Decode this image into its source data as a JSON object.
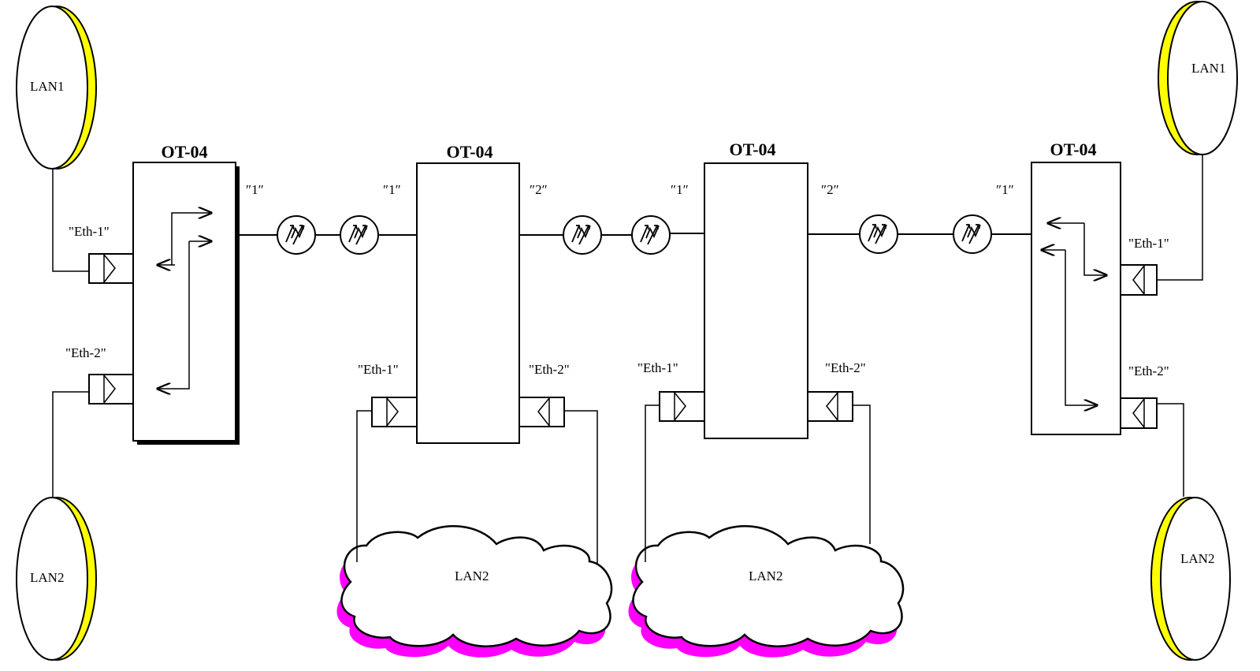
{
  "device_title": "OT-04",
  "devices": [
    {
      "title": "OT-04"
    },
    {
      "title": "OT-04"
    },
    {
      "title": "OT-04"
    },
    {
      "title": "OT-04"
    }
  ],
  "ports": {
    "eth1": "\"Eth-1\"",
    "eth2": "\"Eth-2\"",
    "optic1": "″1″",
    "optic2": "″2″"
  },
  "lans": {
    "lan1": "LAN1",
    "lan2": "LAN2"
  },
  "colors": {
    "disk_rim": "#ffff00",
    "cloud_shadow": "#ff00ff",
    "line": "#000000"
  }
}
